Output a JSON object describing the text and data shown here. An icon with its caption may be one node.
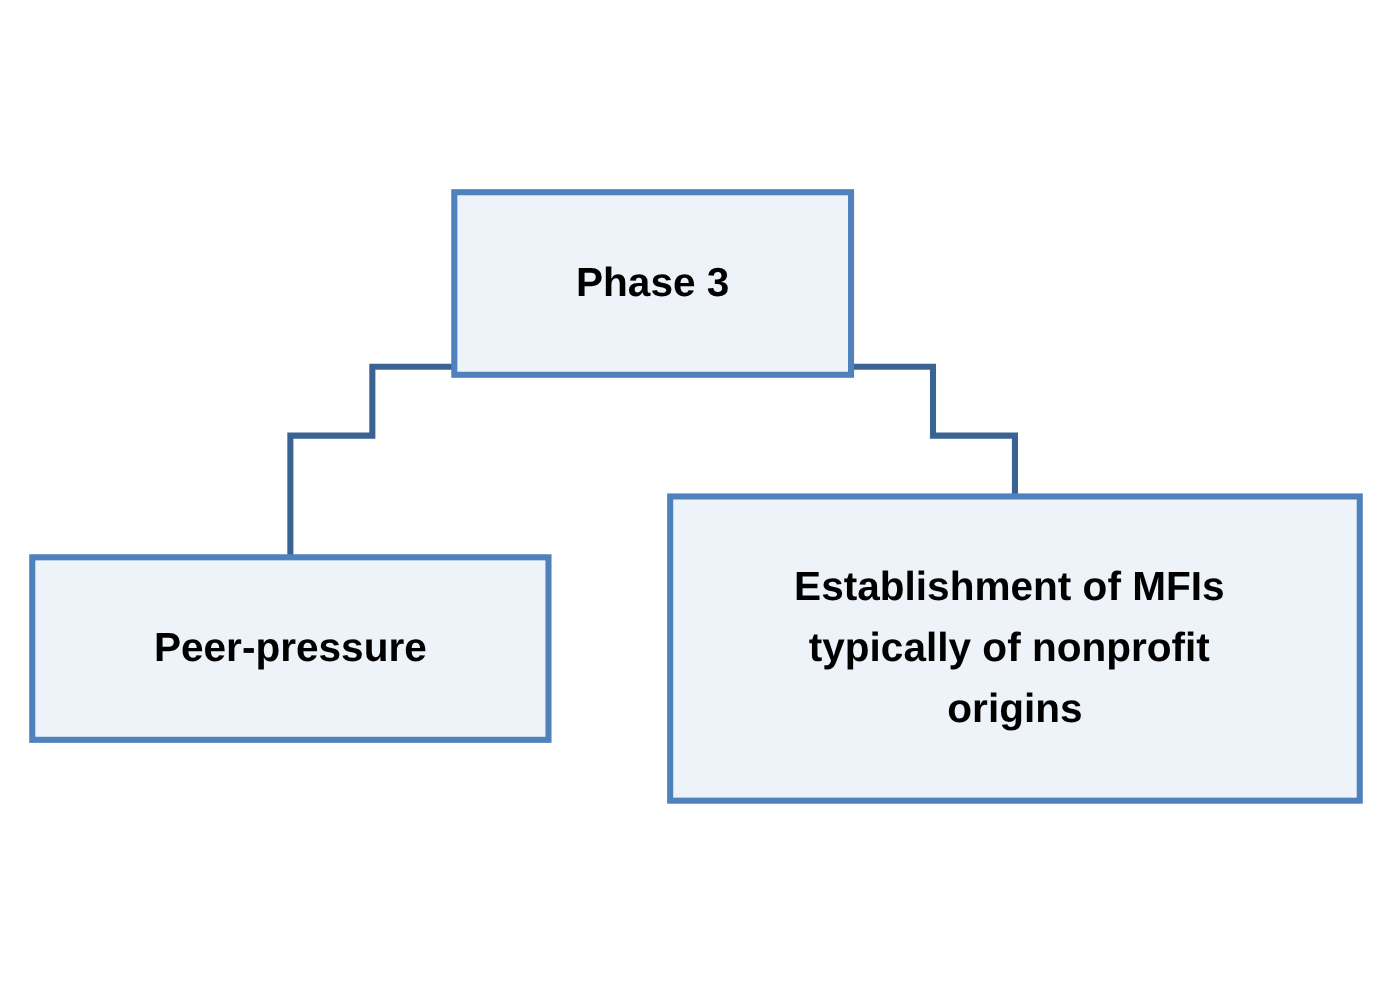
{
  "diagram": {
    "nodes": [
      {
        "text": [
          "Phase 3"
        ]
      },
      {
        "text": [
          "Peer-pressure"
        ]
      },
      {
        "text": [
          "Establishment of MFIs typically of nonprofit origins"
        ]
      }
    ],
    "edges": [
      {
        "from": 0,
        "to": 1,
        "arrow": "none"
      },
      {
        "from": 0,
        "to": 2,
        "arrow": "none"
      }
    ]
  }
}
